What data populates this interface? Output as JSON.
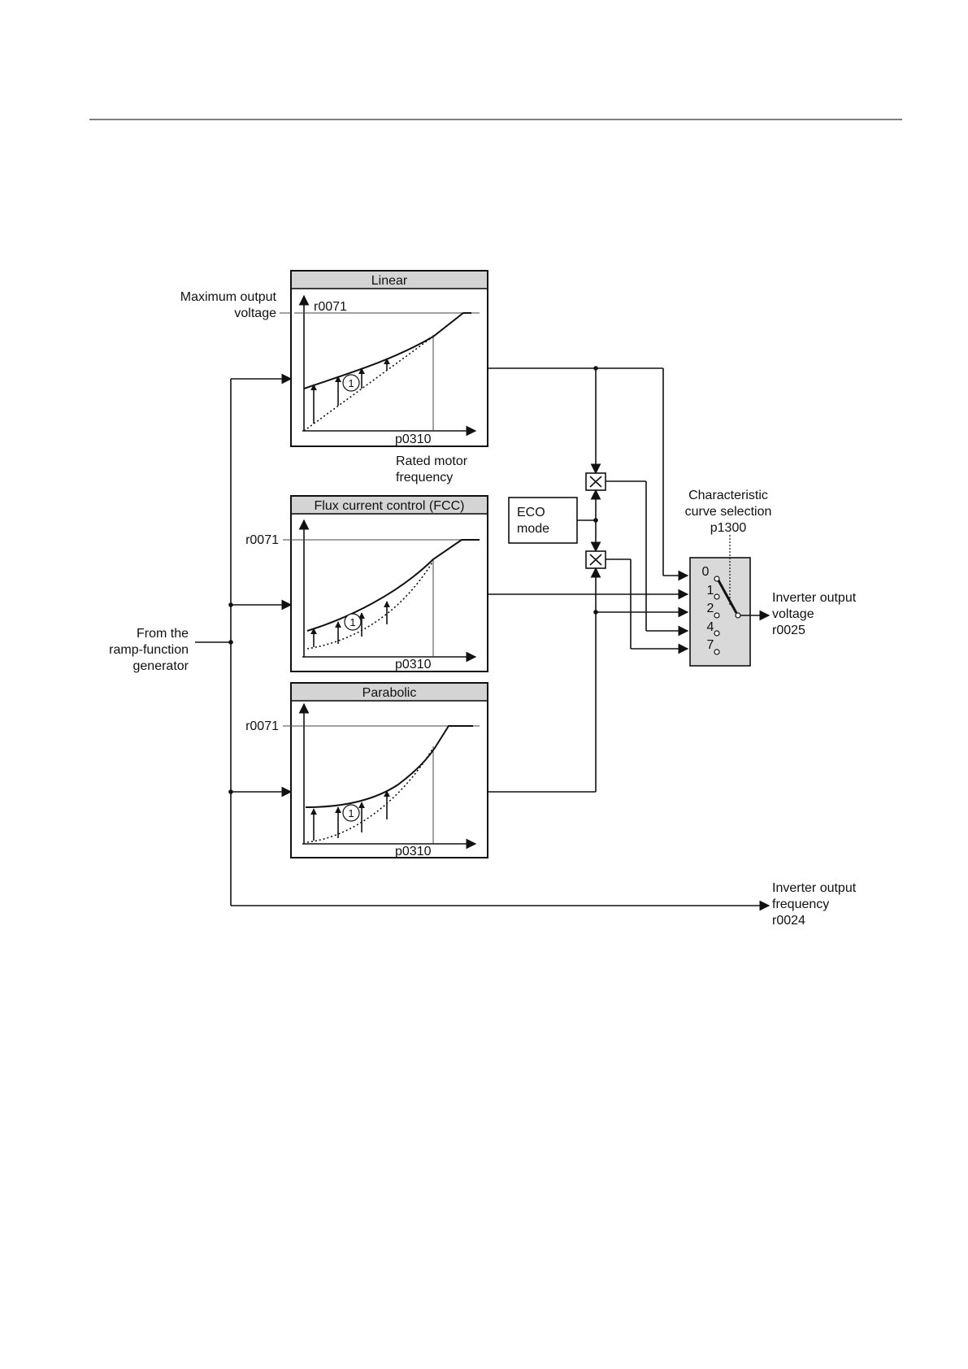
{
  "labels": {
    "max_output_voltage_1": "Maximum output",
    "max_output_voltage_2": "voltage",
    "rated_motor_freq_1": "Rated motor",
    "rated_motor_freq_2": "frequency",
    "ramp_1": "From the",
    "ramp_2": "ramp-function",
    "ramp_3": "generator",
    "eco_1": "ECO",
    "eco_2": "mode",
    "char_1": "Characteristic",
    "char_2": "curve selection",
    "char_3": "p1300",
    "inv_volt_1": "Inverter output",
    "inv_volt_2": "voltage",
    "inv_volt_3": "r0025",
    "inv_freq_1": "Inverter output",
    "inv_freq_2": "frequency",
    "inv_freq_3": "r0024"
  },
  "blocks": {
    "linear": {
      "title": "Linear",
      "y_label": "r0071",
      "x_label": "p0310",
      "marker": "1"
    },
    "fcc": {
      "title": "Flux current control (FCC)",
      "y_label": "r0071",
      "x_label": "p0310",
      "marker": "1"
    },
    "parabolic": {
      "title": "Parabolic",
      "y_label": "r0071",
      "x_label": "p0310",
      "marker": "1"
    }
  },
  "switch_positions": [
    "0",
    "1",
    "2",
    "4",
    "7"
  ],
  "colors": {
    "title_bar": "#d4d4d4",
    "switch_box": "#d9d9d9",
    "line": "#111111"
  }
}
